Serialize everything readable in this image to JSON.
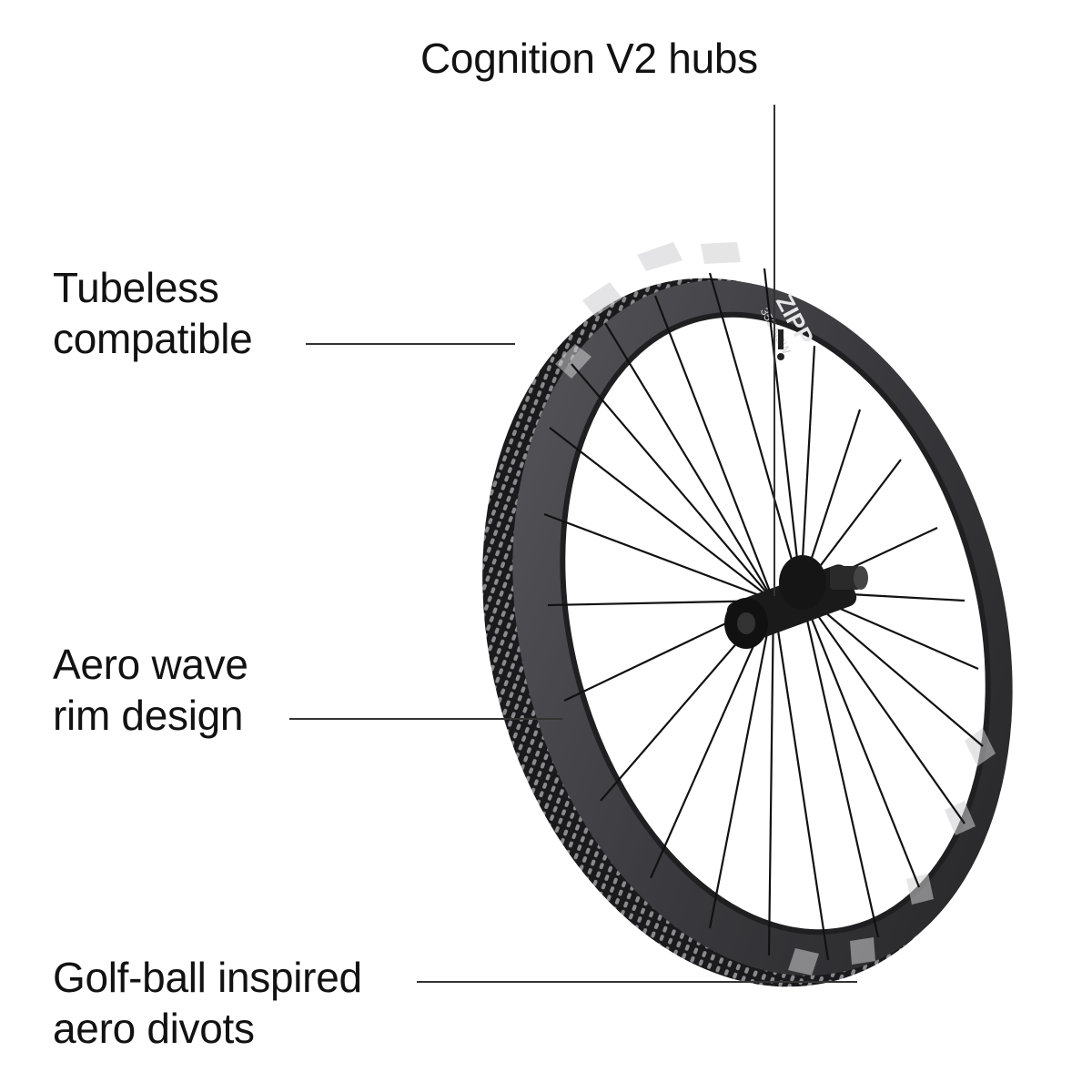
{
  "callouts": {
    "hubs": {
      "line1": "Cognition V2 hubs"
    },
    "tubeless": {
      "line1": "Tubeless",
      "line2": "compatible"
    },
    "aero_wave": {
      "line1": "Aero wave",
      "line2": "rim design"
    },
    "golf_ball": {
      "line1": "Golf-ball inspired",
      "line2": "aero divots"
    }
  },
  "product": {
    "rim_brand": "ZIPP",
    "rim_model": "353 NSW"
  },
  "colors": {
    "rim": "#3a3a3c",
    "rim_dark": "#1c1c1e",
    "spoke": "#111111",
    "leader_line": "#333333",
    "background": "#ffffff"
  }
}
